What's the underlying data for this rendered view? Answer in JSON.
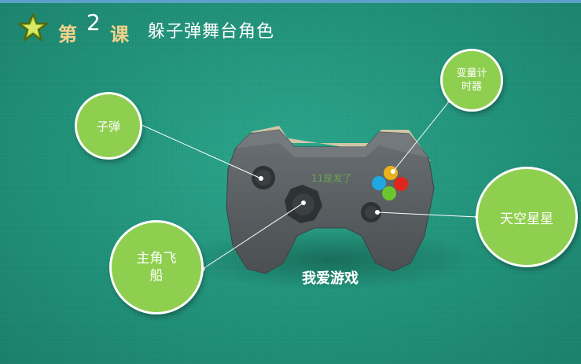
{
  "header": {
    "lesson_prefix": "第",
    "lesson_number": "2",
    "lesson_suffix": "课",
    "title": "躲子弹舞台角色",
    "icon": "star-icon"
  },
  "controller": {
    "center_label": "我爱游戏",
    "pad_text": "11是发了"
  },
  "callouts": {
    "bullet": "子弹",
    "timer": "变量计时器",
    "sky": "天空星星",
    "plane": "主角飞船"
  },
  "colors": {
    "background": "#1f8f77",
    "bubble": "#8fcf4f",
    "controller": "#555b5e",
    "btn_yellow": "#e8b21c",
    "btn_red": "#e0251b",
    "btn_blue": "#1ea7e0",
    "btn_green": "#6cc52d"
  }
}
